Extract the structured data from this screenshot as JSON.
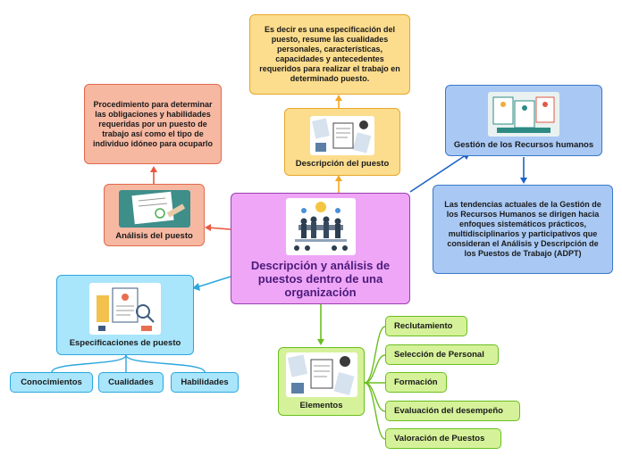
{
  "central": {
    "label": "Descripción y análisis de puestos dentro de una organización",
    "icon": "team-meeting-illustration"
  },
  "descripcion": {
    "label": "Descripción del puesto",
    "note": "Es decir es una especificación del puesto, resume las cualidades personales, características, capacidades y antecedentes requeridos para realizar el trabajo en determinado puesto.",
    "icon": "documents-desk-illustration"
  },
  "analisis": {
    "label": "Análisis del puesto",
    "note": "Procedimiento para determinar las obligaciones y habilidades requeridas por un puesto de trabajo así como el tipo de individuo idóneo para ocuparlo",
    "icon": "signing-contract-illustration"
  },
  "gestion": {
    "label": "Gestión de los Recursos humanos",
    "note": "Las tendencias actuales de la Gestión de los Recursos Humanos se dirigen hacia enfoques sistemáticos prácticos, multidisciplinarios y participativos que consideran el Análisis y Descripción de los Puestos de Trabajo (ADPT)",
    "icon": "resumes-clipboard-illustration"
  },
  "especificaciones": {
    "label": "Especificaciones de puesto",
    "icon": "resume-magnifier-illustration",
    "items": [
      "Conocimientos",
      "Cualidades",
      "Habilidades"
    ]
  },
  "elementos": {
    "label": "Elementos",
    "icon": "documents-desk-illustration",
    "items": [
      "Reclutamiento",
      "Selección de Personal",
      "Formación",
      "Evaluación del desempeño",
      "Valoración de Puestos"
    ]
  },
  "colors": {
    "central": "#EFA6F7",
    "yellow": "#FCDD8E",
    "salmon": "#F7B8A2",
    "blue": "#A9C9F4",
    "cyan": "#A9E5FB",
    "green": "#D5F29A"
  }
}
